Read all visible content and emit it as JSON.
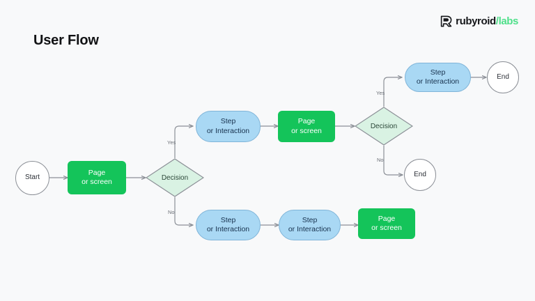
{
  "page": {
    "title": "User Flow",
    "background_color": "#f8f9fa"
  },
  "logo": {
    "mark_name": "rubyroid-mark-icon",
    "word_dark": "rubyroid",
    "word_slash": "/",
    "word_green": "labs",
    "dark_color": "#15171a",
    "green_color": "#4fe08a"
  },
  "palette": {
    "page_fill": "#14c45a",
    "page_text": "#ffffff",
    "step_fill": "#a9d8f4",
    "step_stroke": "#7fb4d8",
    "step_text": "#17314d",
    "decision_fill": "#d9f2e3",
    "decision_stroke": "#8b8f96",
    "decision_text": "#2b4738",
    "terminator_fill": "#ffffff",
    "terminator_stroke": "#8b8f96",
    "terminator_text": "#2b2f36",
    "connector": "#8b8f96",
    "edge_label": "#6d7178"
  },
  "nodes": {
    "start": {
      "label": "Start",
      "type": "terminator"
    },
    "page_1": {
      "line1": "Page",
      "line2": "or screen",
      "type": "page"
    },
    "decision_1": {
      "label": "Decision",
      "type": "decision"
    },
    "step_top_1": {
      "line1": "Step",
      "line2": "or Interaction",
      "type": "step"
    },
    "page_2": {
      "line1": "Page",
      "line2": "or screen",
      "type": "page"
    },
    "decision_2": {
      "label": "Decision",
      "type": "decision"
    },
    "step_top_2": {
      "line1": "Step",
      "line2": "or Interaction",
      "type": "step"
    },
    "end_1": {
      "label": "End",
      "type": "terminator"
    },
    "end_2": {
      "label": "End",
      "type": "terminator"
    },
    "step_bottom_1": {
      "line1": "Step",
      "line2": "or Interaction",
      "type": "step"
    },
    "step_bottom_2": {
      "line1": "Step",
      "line2": "or Interaction",
      "type": "step"
    },
    "page_3": {
      "line1": "Page",
      "line2": "or screen",
      "type": "page"
    }
  },
  "edge_labels": {
    "d1_yes": "Yes",
    "d1_no": "No",
    "d2_yes": "Yes",
    "d2_no": "No"
  }
}
